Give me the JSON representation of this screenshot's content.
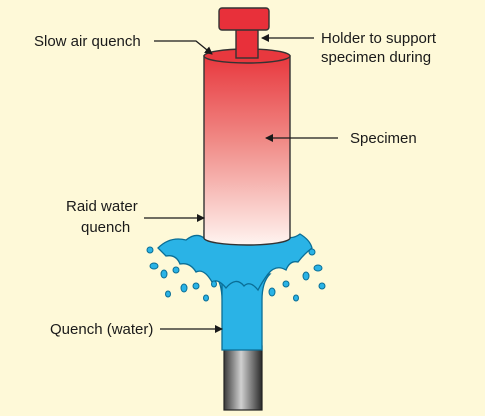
{
  "diagram": {
    "labels": {
      "slow_air_quench": "Slow air quench",
      "holder_line1": "Holder to support",
      "holder_line2": "specimen during",
      "specimen": "Specimen",
      "rapid_line1": "Raid water",
      "rapid_line2": "quench",
      "quench_water": "Quench (water)"
    },
    "colors": {
      "background": "#fef9d8",
      "holder": "#e8303a",
      "specimen_top": "#e8383e",
      "specimen_bottom": "#fff4f0",
      "water": "#2ab3e6",
      "nozzle_light": "#c8c8c8",
      "nozzle_dark": "#333333",
      "label_text": "#1a1a1a"
    }
  }
}
